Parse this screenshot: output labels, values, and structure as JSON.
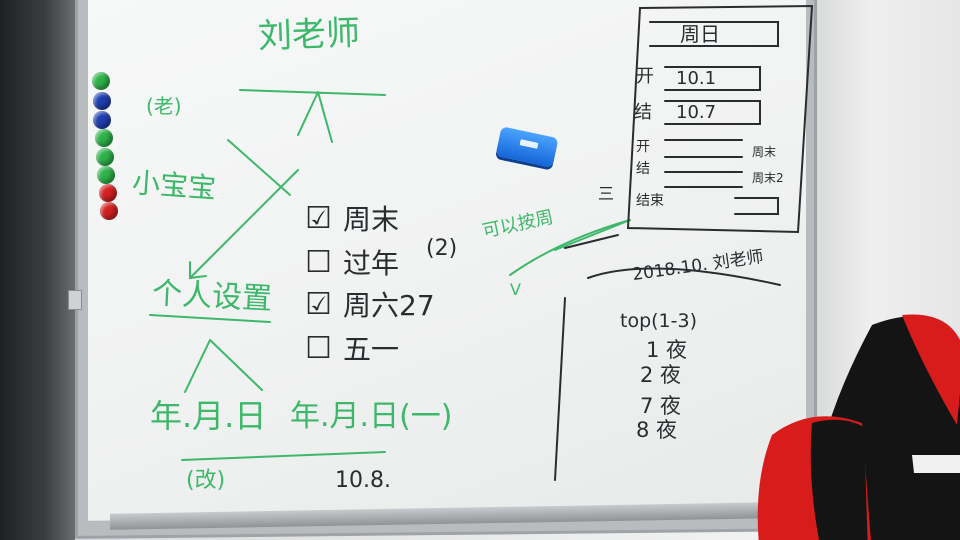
{
  "whiteboard": {
    "green_notes": {
      "teacher": "刘老师",
      "bracket_note": "(老)",
      "small_child": "小宝宝",
      "person_setting": "个人设置",
      "date_format": "年.月.日",
      "date_format_weekday": "年.月.日(一)",
      "parenthesis_note": "(改)",
      "arrow_note": "可以按周",
      "check_mark": "V"
    },
    "dark_notes": {
      "checkbox_items": [
        {
          "box": "☑",
          "label": "周末"
        },
        {
          "box": "☐",
          "label": "过年"
        },
        {
          "box": "☑",
          "label": "周六27"
        },
        {
          "box": "☐",
          "label": "五一"
        }
      ],
      "option_count": "(2)",
      "date_example": "10.8.",
      "signature_line": "2018.10. 刘老师",
      "list_header": "top(1-3)",
      "list_items": [
        "1 夜",
        "2 夜",
        "7 夜",
        "8 夜"
      ],
      "panel": {
        "title": "周日",
        "rows": [
          {
            "label": "开",
            "value": "10.1"
          },
          {
            "label": "结",
            "value": "10.7"
          },
          {
            "label": "开",
            "value": ""
          },
          {
            "label": "结",
            "value": ""
          },
          {
            "label": "结束",
            "value": ""
          }
        ],
        "right_notes": [
          "周末",
          "周末2"
        ],
        "count_mark": "三"
      }
    }
  },
  "colors": {
    "green_marker": "#3db86a",
    "black_marker": "#2a2d30",
    "eraser": "#1f78e8",
    "chair_red": "#d81b1b",
    "chair_black": "#141414",
    "magnets": [
      "#2db34a",
      "#1f3fb0",
      "#1f3fb0",
      "#2db34a",
      "#2db34a",
      "#2db34a",
      "#d42020",
      "#d42020"
    ]
  }
}
